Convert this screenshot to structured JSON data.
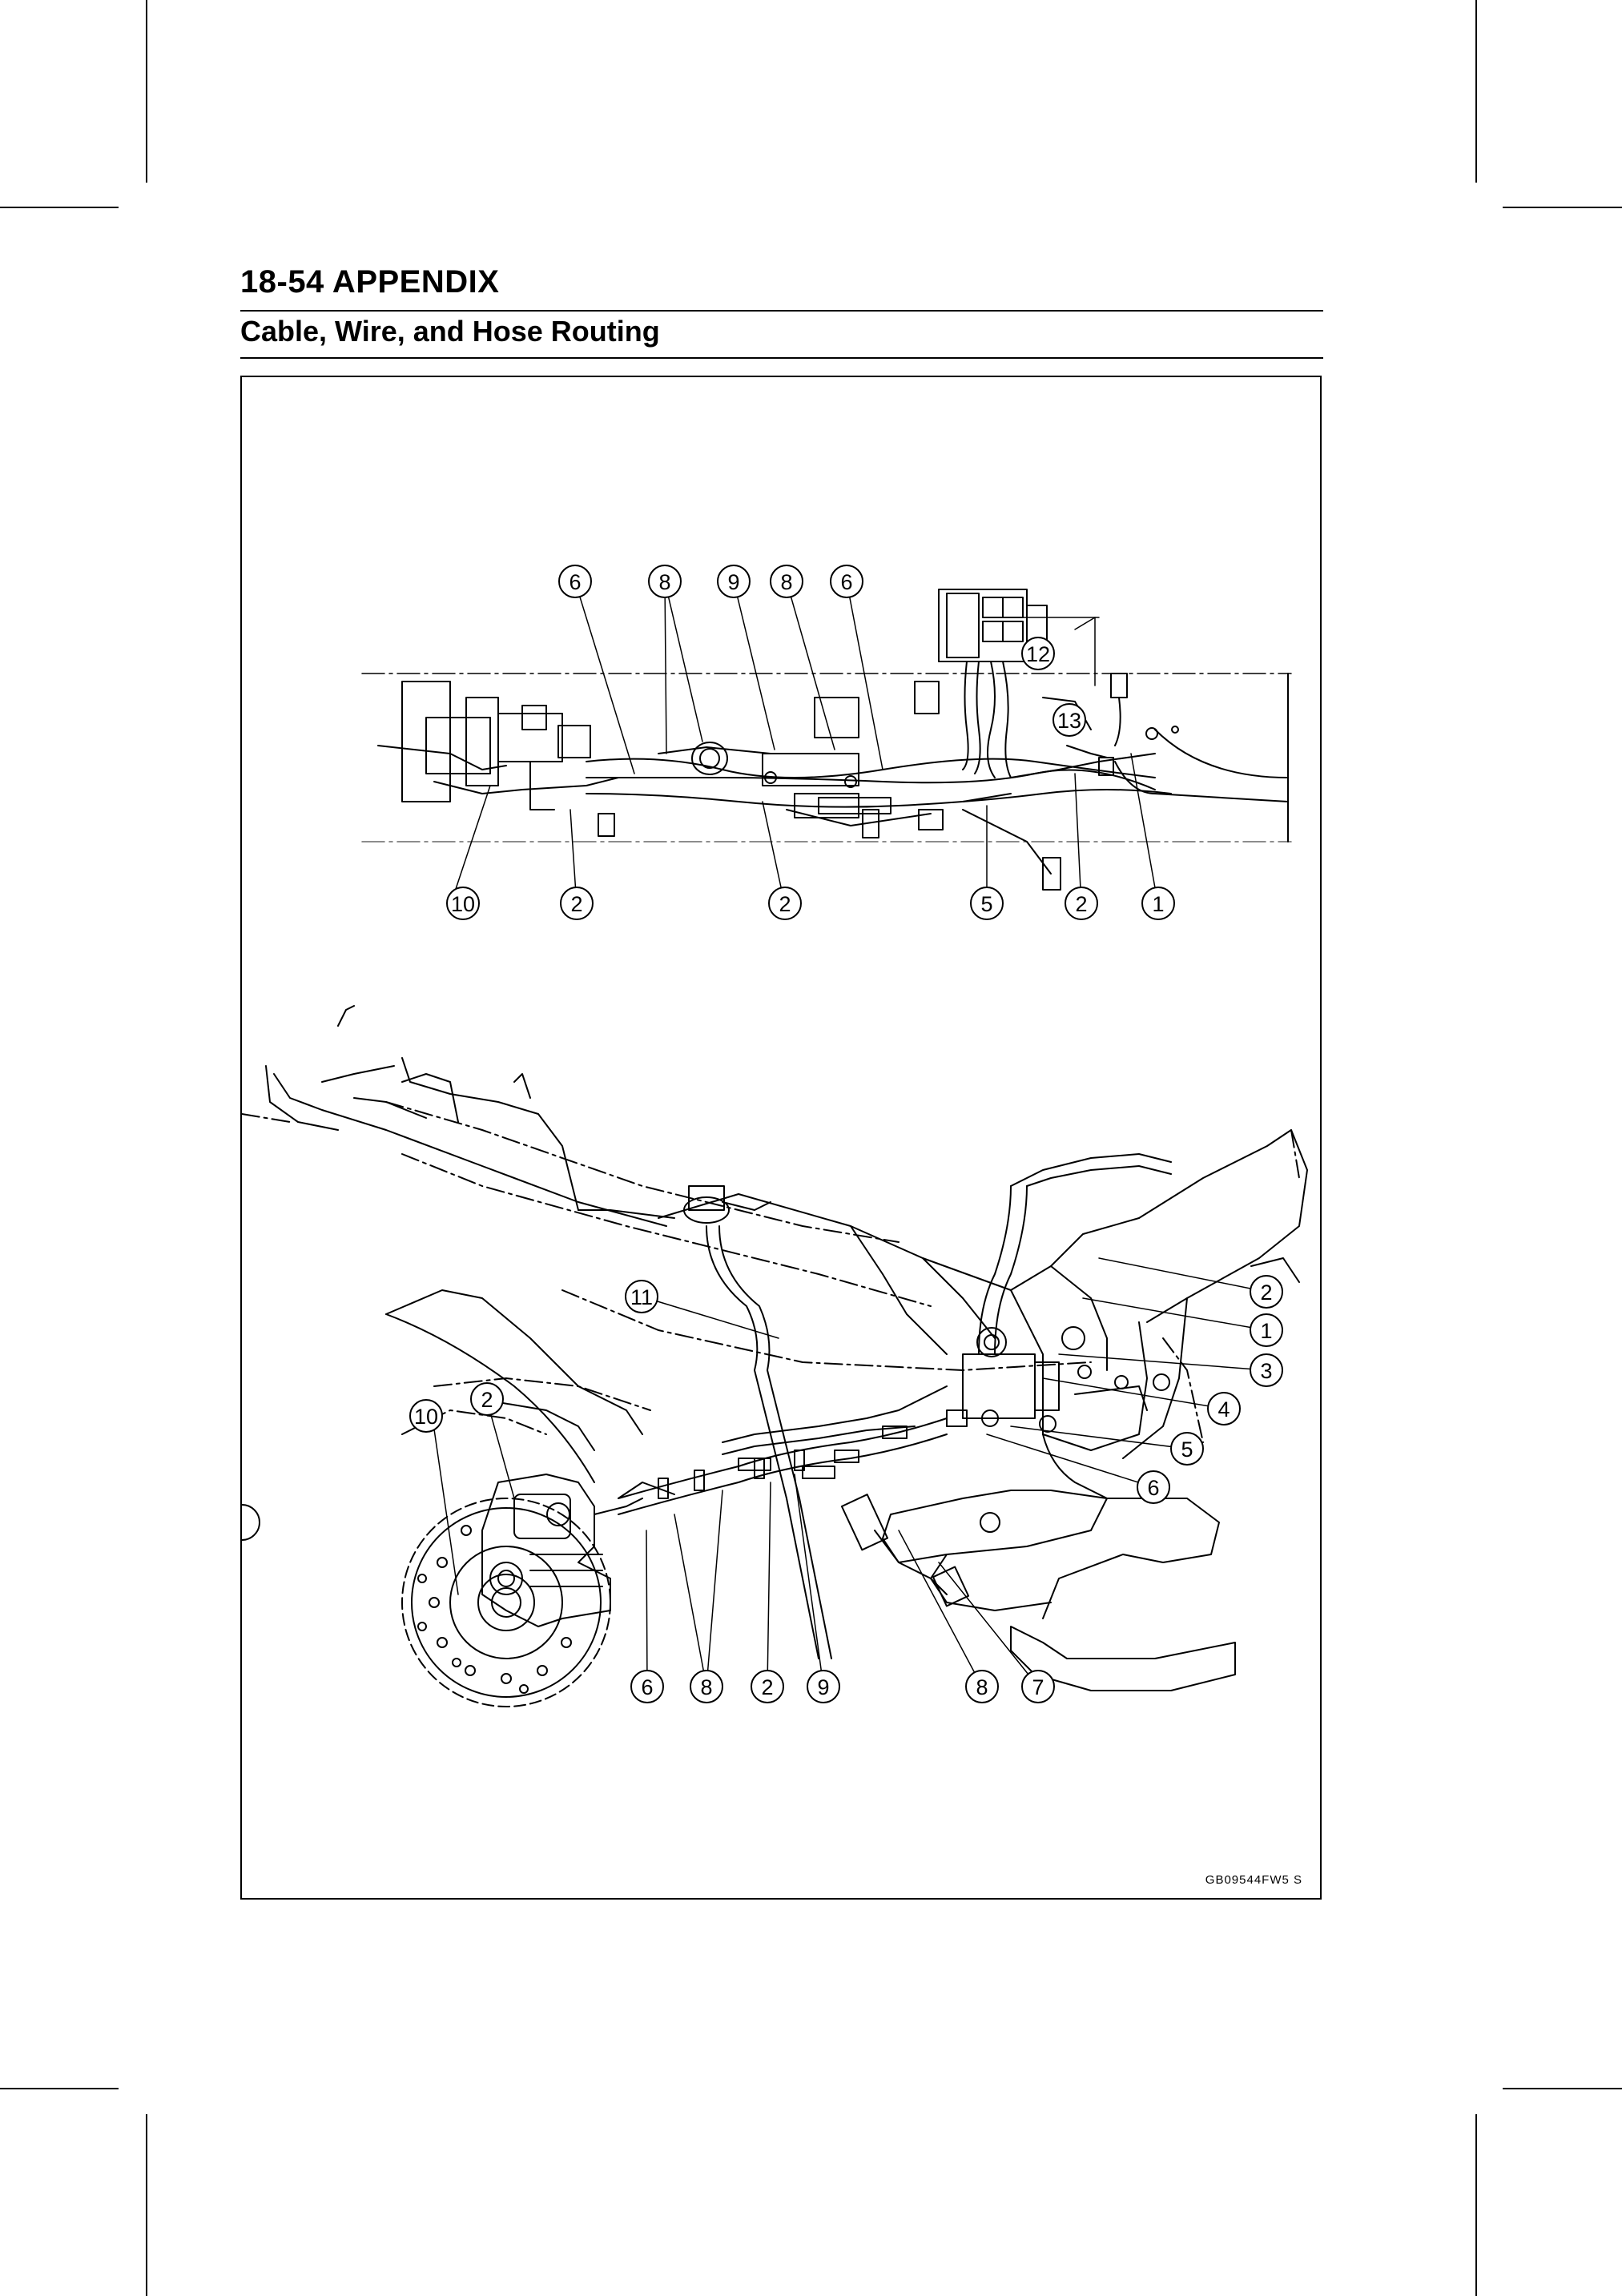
{
  "header": {
    "page_title": "18-54 APPENDIX"
  },
  "section": {
    "title": "Cable, Wire, and Hose Routing"
  },
  "figure": {
    "code": "GB09544FW5  S",
    "top_view_callouts": [
      "6",
      "8",
      "9",
      "8",
      "6",
      "12",
      "13",
      "10",
      "2",
      "2",
      "5",
      "2",
      "1"
    ],
    "side_view_callouts": [
      "11",
      "10",
      "2",
      "2",
      "1",
      "3",
      "4",
      "5",
      "6",
      "6",
      "8",
      "2",
      "9",
      "8",
      "7"
    ]
  }
}
